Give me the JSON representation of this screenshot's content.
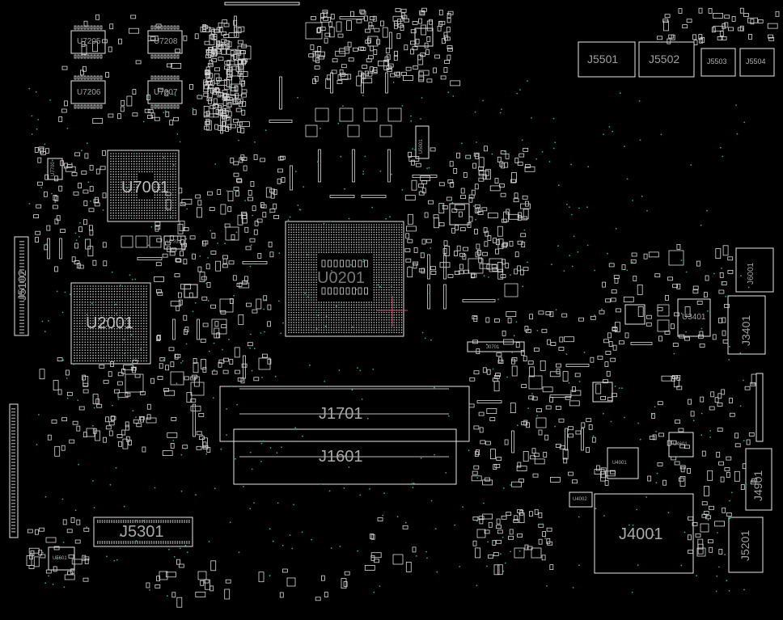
{
  "labels": {
    "u7205": "U7205",
    "u7208": "U7208",
    "u7206": "U7206",
    "u7207": "U7207",
    "u7001": "U7001",
    "u2001": "U2001",
    "u0201": "U0201",
    "j5501": "J5501",
    "j5502": "J5502",
    "j5503": "J5503",
    "j5504": "J5504",
    "j5102": "J5102",
    "j1701": "J1701",
    "j1601": "J1601",
    "j5301": "J5301",
    "j4001": "J4001",
    "j3401": "J3401",
    "j6001": "J6001",
    "j4901": "J4901",
    "j5201": "J5201",
    "u3401": "U3401",
    "u4001": "U4001",
    "u4601": "U4601",
    "u4002": "U4002",
    "u5601": "U5601",
    "j0701": "J0701",
    "u5001": "U5001",
    "u7700": "U7700",
    "u7701": "U7701"
  },
  "colors": {
    "background": "#000000",
    "outline": "#e6e6e6",
    "label": "#9a9a9a",
    "via": "#19b38a",
    "cursor": "#c0506a"
  }
}
